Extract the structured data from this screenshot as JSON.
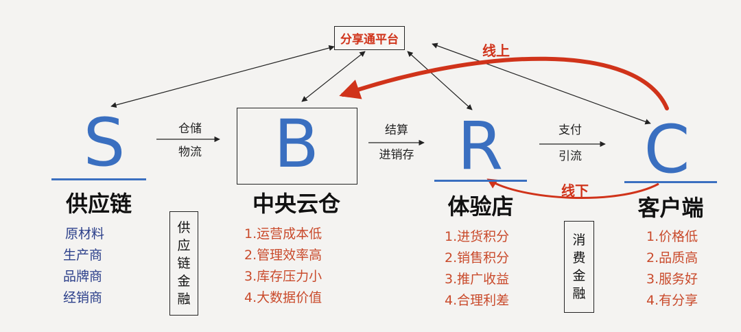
{
  "platform": "分享通平台",
  "online_label": "线上",
  "offline_label": "线下",
  "colors": {
    "blue": "#3a6fc0",
    "red": "#d0331a",
    "list_blue": "#2b3f8a",
    "list_red": "#c94a2b"
  },
  "nodes": {
    "s": {
      "letter": "S",
      "title": "供应链",
      "items": [
        "原材料",
        "生产商",
        "品牌商",
        "经销商"
      ]
    },
    "b": {
      "letter": "B",
      "title": "中央云仓",
      "items": [
        "1.运营成本低",
        "2.管理效率高",
        "3.库存压力小",
        "4.大数据价值"
      ]
    },
    "r": {
      "letter": "R",
      "title": "体验店",
      "items": [
        "1.进货积分",
        "2.销售积分",
        "3.推广收益",
        "4.合理利差"
      ]
    },
    "c": {
      "letter": "C",
      "title": "客户端",
      "items": [
        "1.价格低",
        "2.品质高",
        "3.服务好",
        "4.有分享"
      ]
    }
  },
  "edges": {
    "s_b": {
      "top": "仓储",
      "bottom": "物流"
    },
    "b_r": {
      "top": "结算",
      "bottom": "进销存"
    },
    "r_c": {
      "top": "支付",
      "bottom": "引流"
    }
  },
  "finance": {
    "supply_chain": [
      "供",
      "应",
      "链",
      "金",
      "融"
    ],
    "consumer": [
      "消",
      "费",
      "金",
      "融"
    ]
  }
}
